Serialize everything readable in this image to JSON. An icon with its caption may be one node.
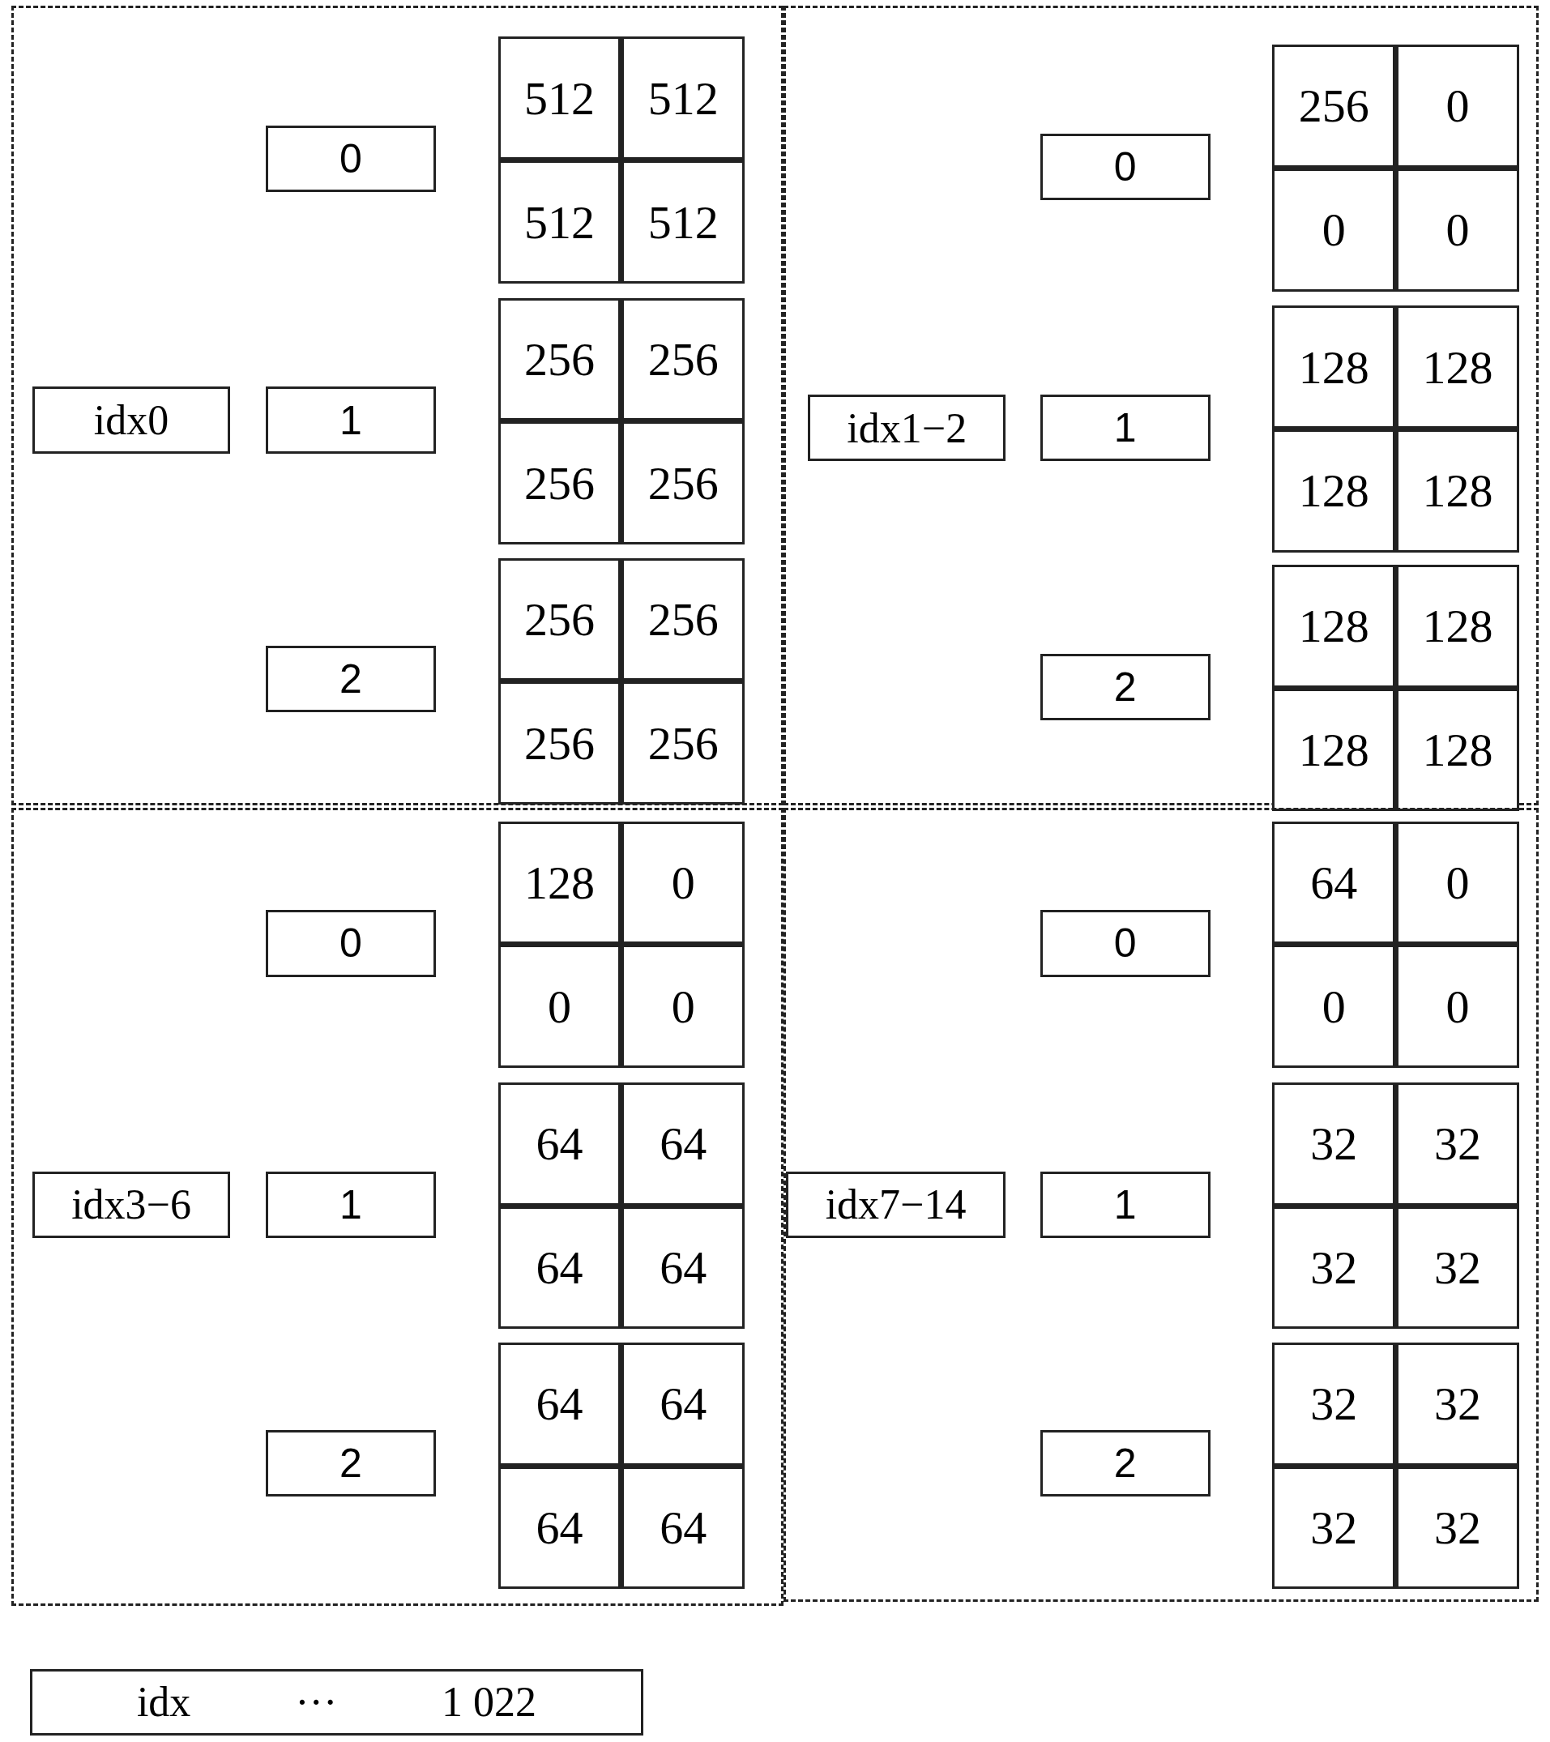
{
  "diagram": {
    "nodes": [
      {
        "text": [],
        "shape": "box"
      },
      {
        "text": [
          "idx0"
        ],
        "in": 0
      },
      {
        "text": [
          "0"
        ],
        "in": 0
      },
      {
        "text": [
          "512",
          "512",
          "512",
          "512"
        ],
        "in": 0
      },
      {
        "text": [
          "1"
        ],
        "in": 0
      },
      {
        "text": [
          "256",
          "256",
          "256",
          "256"
        ],
        "in": 0
      },
      {
        "text": [
          "2"
        ],
        "in": 0
      },
      {
        "text": [
          "256",
          "256",
          "256",
          "256"
        ],
        "in": 0
      },
      {
        "text": [],
        "shape": "box"
      },
      {
        "text": [
          "idx1−2"
        ],
        "in": 8
      },
      {
        "text": [
          "0"
        ],
        "in": 8
      },
      {
        "text": [
          "256",
          "0",
          "0",
          "0"
        ],
        "in": 8
      },
      {
        "text": [
          "1"
        ],
        "in": 8
      },
      {
        "text": [
          "128",
          "128",
          "128",
          "128"
        ],
        "in": 8
      },
      {
        "text": [
          "2"
        ],
        "in": 8
      },
      {
        "text": [
          "128",
          "128",
          "128",
          "128"
        ],
        "in": 8
      },
      {
        "text": [],
        "shape": "box"
      },
      {
        "text": [
          "idx3−6"
        ],
        "in": 16
      },
      {
        "text": [
          "0"
        ],
        "in": 16
      },
      {
        "text": [
          "128",
          "0",
          "0",
          "0"
        ],
        "in": 16
      },
      {
        "text": [
          "1"
        ],
        "in": 16
      },
      {
        "text": [
          "64",
          "64",
          "64",
          "64"
        ],
        "in": 16
      },
      {
        "text": [
          "2"
        ],
        "in": 16
      },
      {
        "text": [
          "64",
          "64",
          "64",
          "64"
        ],
        "in": 16
      },
      {
        "text": [],
        "shape": "box"
      },
      {
        "text": [
          "idx7−14"
        ],
        "in": 24
      },
      {
        "text": [
          "0"
        ],
        "in": 24
      },
      {
        "text": [
          "64",
          "0",
          "0",
          "0"
        ],
        "in": 24
      },
      {
        "text": [
          "1"
        ],
        "in": 24
      },
      {
        "text": [
          "32",
          "32",
          "32",
          "32"
        ],
        "in": 24
      },
      {
        "text": [
          "2"
        ],
        "in": 24
      },
      {
        "text": [
          "32",
          "32",
          "32",
          "32"
        ],
        "in": 24
      },
      {
        "text": [
          "idx",
          "···",
          "1 022"
        ]
      }
    ]
  }
}
